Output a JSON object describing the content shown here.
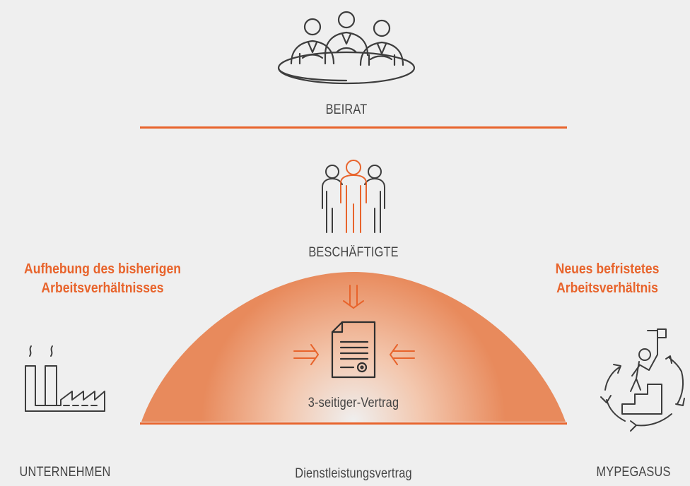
{
  "board": {
    "label": "BEIRAT",
    "icon": "board-meeting-icon"
  },
  "employees": {
    "label": "BESCHÄFTIGTE",
    "icon": "employees-group-icon"
  },
  "contract": {
    "label": "3-seitiger-Vertrag",
    "icon": "contract-document-icon"
  },
  "company": {
    "label": "UNTERNEHMEN",
    "icon": "factory-icon"
  },
  "provider": {
    "label": "MYPEGASUS",
    "icon": "career-climb-cycle-icon"
  },
  "service_contract": {
    "label": "Dienstleistungsvertrag"
  },
  "left_note": {
    "line1": "Aufhebung des bisherigen",
    "line2": "Arbeitsverhältnisses"
  },
  "right_note": {
    "line1": "Neues befristetes",
    "line2": "Arbeitsverhältnis"
  },
  "colors": {
    "accent": "#e8642c",
    "background": "#efefef",
    "icon": "#3d3d3d"
  }
}
